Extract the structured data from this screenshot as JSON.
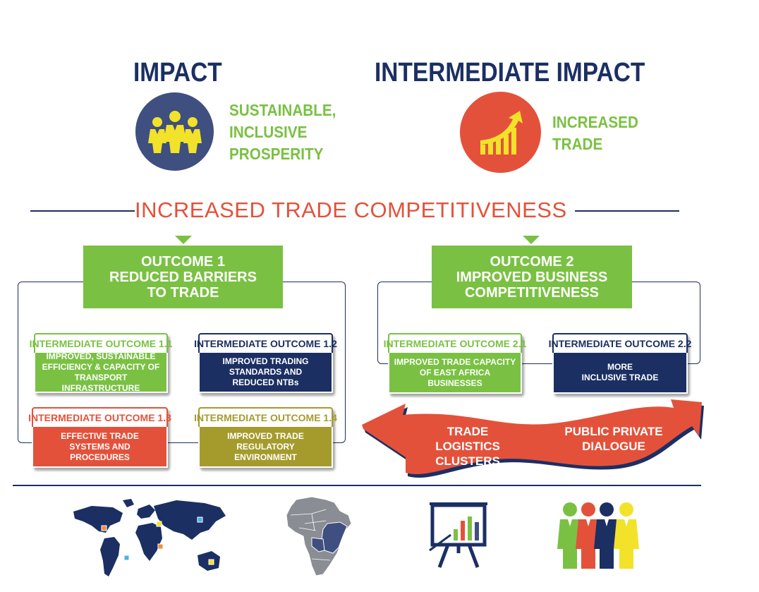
{
  "impact": {
    "title": "IMPACT",
    "icon": "people-icon",
    "text_lines": [
      "SUSTAINABLE,",
      "INCLUSIVE",
      "PROSPERITY"
    ],
    "circle_color": "#3f4f80"
  },
  "intermediate_impact": {
    "title": "INTERMEDIATE IMPACT",
    "icon": "growth-chart-icon",
    "text_lines": [
      "INCREASED",
      "TRADE"
    ],
    "circle_color": "#e4513a"
  },
  "banner": {
    "title": "INCREASED TRADE COMPETITIVENESS"
  },
  "outcome1": {
    "lines": [
      "OUTCOME 1",
      "REDUCED BARRIERS",
      "TO TRADE"
    ],
    "items": [
      {
        "head": "INTERMEDIATE OUTCOME 1.1",
        "body": [
          "IMPROVED, SUSTAINABLE",
          "EFFICIENCY & CAPACITY OF",
          "TRANSPORT INFRASTRUCTURE"
        ]
      },
      {
        "head": "INTERMEDIATE OUTCOME 1.2",
        "body": [
          "IMPROVED TRADING",
          "STANDARDS AND",
          "REDUCED NTBs"
        ]
      },
      {
        "head": "INTERMEDIATE OUTCOME 1.3",
        "body": [
          "EFFECTIVE TRADE",
          "SYSTEMS AND",
          "PROCEDURES"
        ]
      },
      {
        "head": "INTERMEDIATE OUTCOME 1.4",
        "body": [
          "IMPROVED TRADE",
          "REGULATORY",
          "ENVIRONMENT"
        ]
      }
    ]
  },
  "outcome2": {
    "lines": [
      "OUTCOME 2",
      "IMPROVED BUSINESS",
      "COMPETITIVENESS"
    ],
    "items": [
      {
        "head": "INTERMEDIATE OUTCOME 2.1",
        "body": [
          "IMPROVED TRADE CAPACITY",
          "OF EAST AFRICA",
          "BUSINESSES"
        ]
      },
      {
        "head": "INTERMEDIATE OUTCOME 2.2",
        "body": [
          "MORE",
          "INCLUSIVE TRADE"
        ]
      }
    ]
  },
  "arrow": {
    "left_lines": [
      "TRADE LOGISTICS",
      "CLUSTERS"
    ],
    "right_lines": [
      "PUBLIC PRIVATE",
      "DIALOGUE"
    ]
  },
  "colors": {
    "navy": "#1b2f63",
    "green": "#7ac143",
    "red": "#e4513a",
    "olive": "#a59b2c",
    "yellow": "#f2e22a"
  },
  "bottom_icons": [
    "world-map-icon",
    "africa-map-icon",
    "presentation-board-icon",
    "team-icon"
  ]
}
